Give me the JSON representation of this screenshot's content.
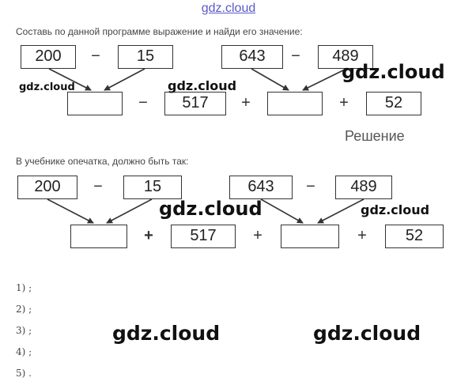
{
  "header": {
    "watermark": "gdz.cloud"
  },
  "task": {
    "text": "Составь по данной программе выражение и найди его значение:",
    "top_numbers": [
      "200",
      "−",
      "15",
      "643",
      "−",
      "489"
    ],
    "bottom_ops": [
      "−",
      "517",
      "+",
      "+",
      "52"
    ]
  },
  "solution": {
    "title": "Решение",
    "note": "В учебнике опечатка, должно быть так:",
    "top_numbers": [
      "200",
      "−",
      "15",
      "643",
      "−",
      "489"
    ],
    "bottom_ops": [
      "+",
      "517",
      "+",
      "+",
      "52"
    ]
  },
  "steps": [
    "1) ;",
    "2) ;",
    "3) ;",
    "4) ;",
    "5) ."
  ],
  "watermarks": [
    "gdz.cloud",
    "gdz.cloud",
    "gdz.cloud",
    "gdz.cloud",
    "gdz.cloud",
    "gdz.cloud",
    "gdz.cloud"
  ]
}
